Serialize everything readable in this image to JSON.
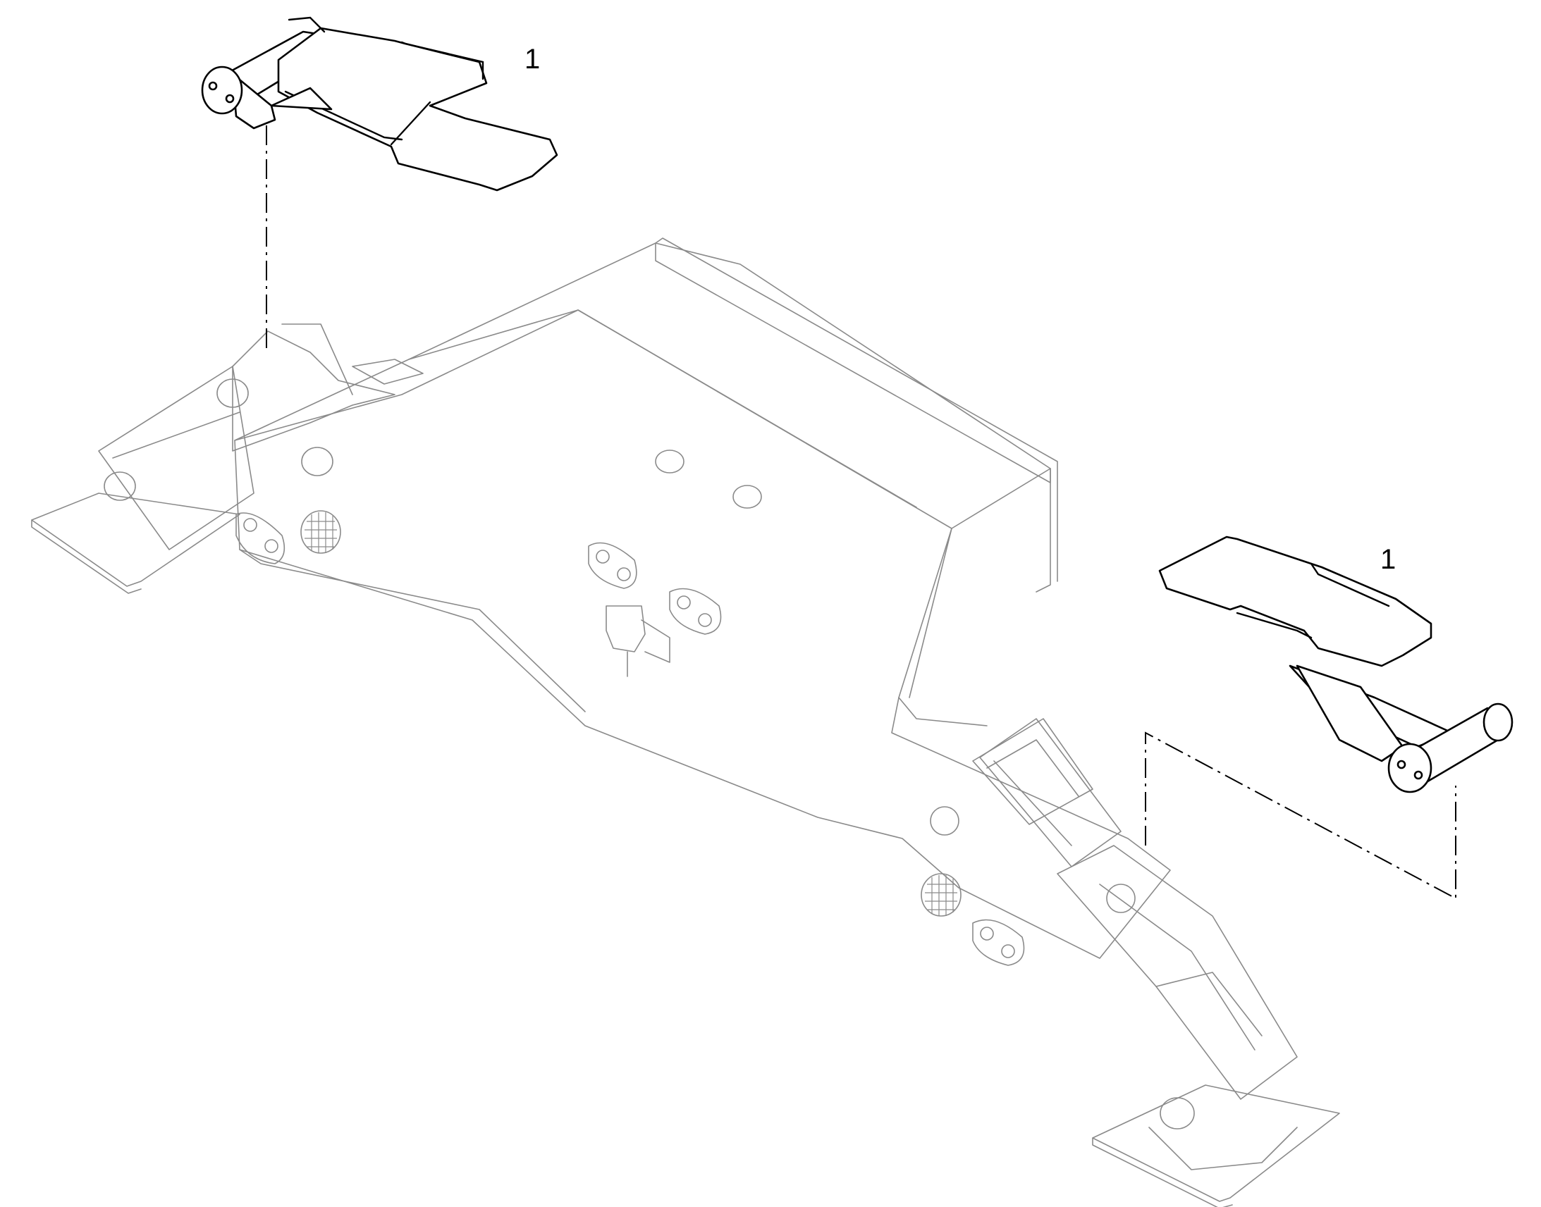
{
  "callouts": [
    {
      "id": "part-1-top",
      "label": "1"
    },
    {
      "id": "part-1-right",
      "label": "1"
    }
  ]
}
